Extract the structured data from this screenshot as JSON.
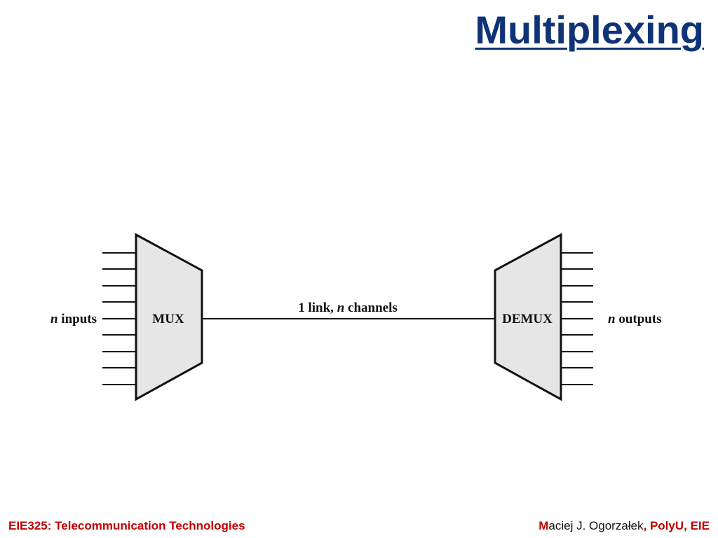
{
  "slide": {
    "title": "Multiplexing"
  },
  "diagram": {
    "inputs_n": "n",
    "inputs_word": " inputs",
    "mux_label": "MUX",
    "link_prefix": "1 link, ",
    "link_n": "n",
    "link_suffix": " channels",
    "demux_label": "DEMUX",
    "outputs_n": "n",
    "outputs_word": " outputs",
    "block_fill": "#e6e6e6",
    "line_color": "#111111"
  },
  "footer": {
    "course": "EIE325: Telecommunication Technologies",
    "author_initial": "M",
    "author_rest": "aciej J. Ogorzałek",
    "institution": ", PolyU, EIE"
  },
  "colors": {
    "title": "#0f3376",
    "footer_accent": "#c00000"
  }
}
